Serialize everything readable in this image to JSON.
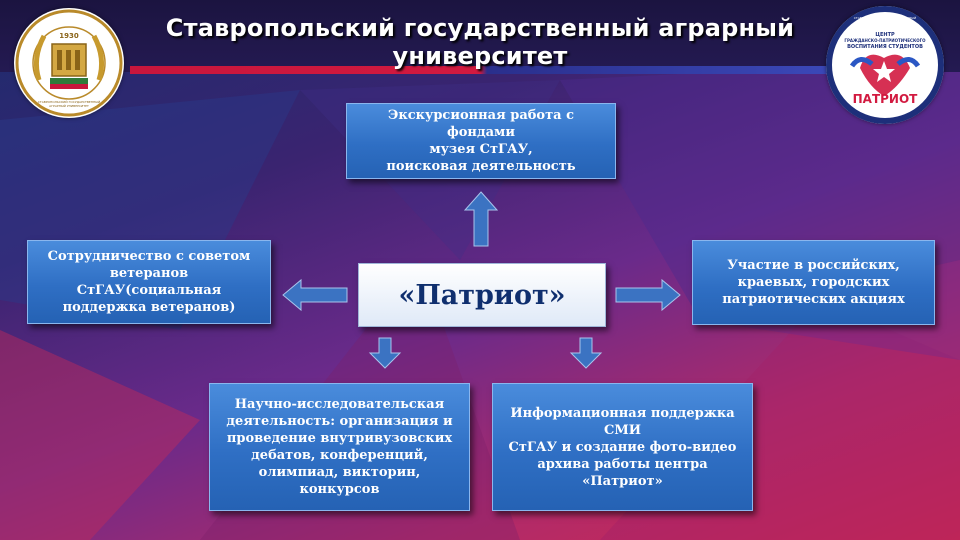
{
  "header": {
    "title": "Ставропольский государственный аграрный университет"
  },
  "logos": {
    "left": {
      "icon": "university-emblem-icon",
      "text_top": "СТАВРОПОЛЬСКИЙ ГОСУДАРСТВЕННЫЙ АГРАРНЫЙ УНИВЕРСИТЕТ",
      "year": "1930"
    },
    "right": {
      "icon": "patriot-center-emblem-icon",
      "text_top": "СТАВРОПОЛЬСКИЙ ГОСУДАРСТВЕННЫЙ АГРАРНЫЙ УНИВЕРСИТЕТ",
      "line1": "ЦЕНТР",
      "line2": "ГРАЖДАНСКО-ПАТРИОТИЧЕСКОГО",
      "line3": "ВОСПИТАНИЯ СТУДЕНТОВ",
      "name": "ПАТРИОТ"
    }
  },
  "diagram": {
    "center": "«Патриот»",
    "top": "Экскурсионная работа с фондами\nмузея СтГАУ,\nпоисковая деятельность",
    "left": "Сотрудничество с советом\nветеранов СтГАУ(социальная\nподдержка ветеранов)",
    "right": "Участие в российских,\nкраевых, городских\nпатриотических акциях",
    "bottom_left": "Научно-исследовательская\nдеятельность: организация и\nпроведение внутривузовских\nдебатов, конференций,\nолимпиад, викторин, конкурсов",
    "bottom_right": "Информационная поддержка\nСМИ\nСтГАУ и создание фото-видео\nархива работы центра\n«Патриот»"
  },
  "colors": {
    "box_blue": "#2f6fc4",
    "center_text": "#0f2f6e",
    "stripe_red": "#c8163c",
    "stripe_blue": "#3b48b8"
  }
}
